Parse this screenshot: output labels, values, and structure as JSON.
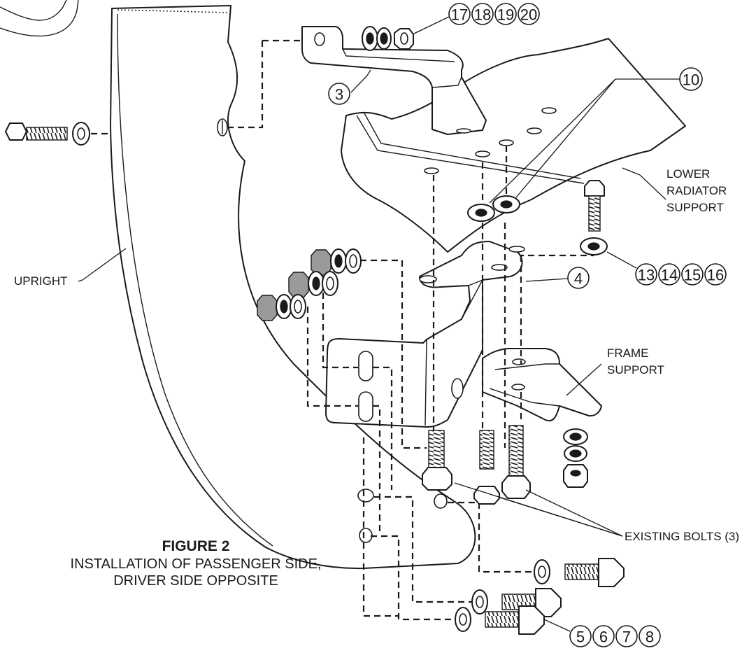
{
  "figure": {
    "title": "FIGURE 2",
    "caption_line1": "INSTALLATION OF PASSENGER SIDE,",
    "caption_line2": "DRIVER SIDE OPPOSITE"
  },
  "labels": {
    "upright": "UPRIGHT",
    "lower_radiator_support_1": "LOWER",
    "lower_radiator_support_2": "RADIATOR",
    "lower_radiator_support_3": "SUPPORT",
    "frame_support_1": "FRAME",
    "frame_support_2": "SUPPORT",
    "existing_bolts": "EXISTING BOLTS (3)"
  },
  "callouts": {
    "top_hardware": [
      "17",
      "18",
      "19",
      "20"
    ],
    "bracket_3": "3",
    "washer_10": "10",
    "bolt_13": [
      "13",
      "14",
      "15",
      "16"
    ],
    "bracket_4": "4",
    "bolt_5": [
      "5",
      "6",
      "7",
      "8"
    ]
  }
}
